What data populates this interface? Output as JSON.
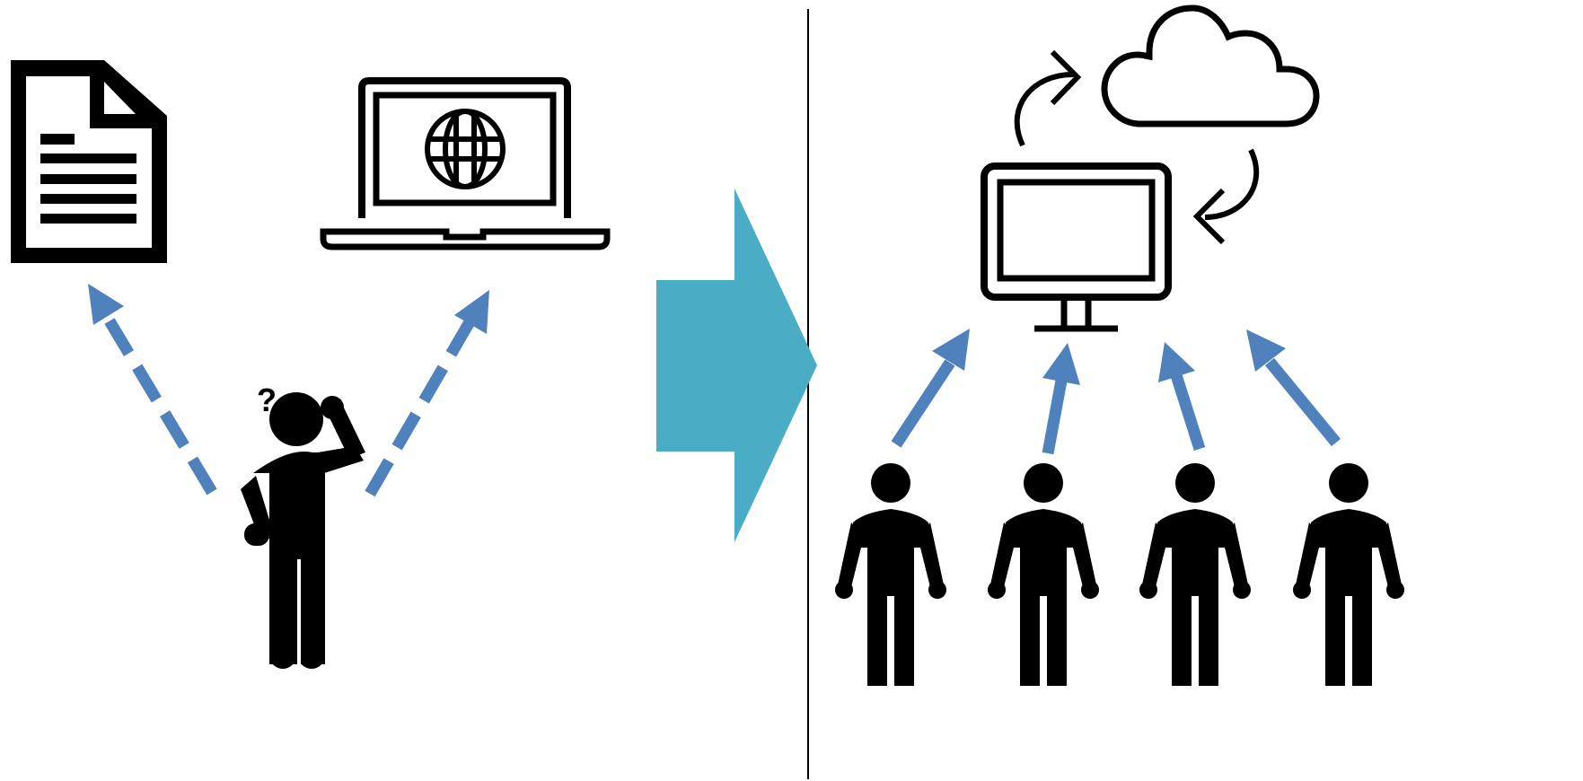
{
  "colors": {
    "background": "#ffffff",
    "icon": "#000000",
    "arrow_blue": "#4f81bd",
    "big_arrow_teal": "#4bacc6"
  },
  "left_panel": {
    "icons": [
      "document-icon",
      "laptop-globe-icon",
      "confused-person-icon"
    ],
    "question_mark": "?",
    "arrow_style": "dashed"
  },
  "transition": {
    "icon": "big-right-arrow"
  },
  "right_panel": {
    "icons": [
      "cloud-icon",
      "sync-arrows-icon",
      "monitor-icon"
    ],
    "person_count": 4,
    "arrow_style": "solid"
  }
}
